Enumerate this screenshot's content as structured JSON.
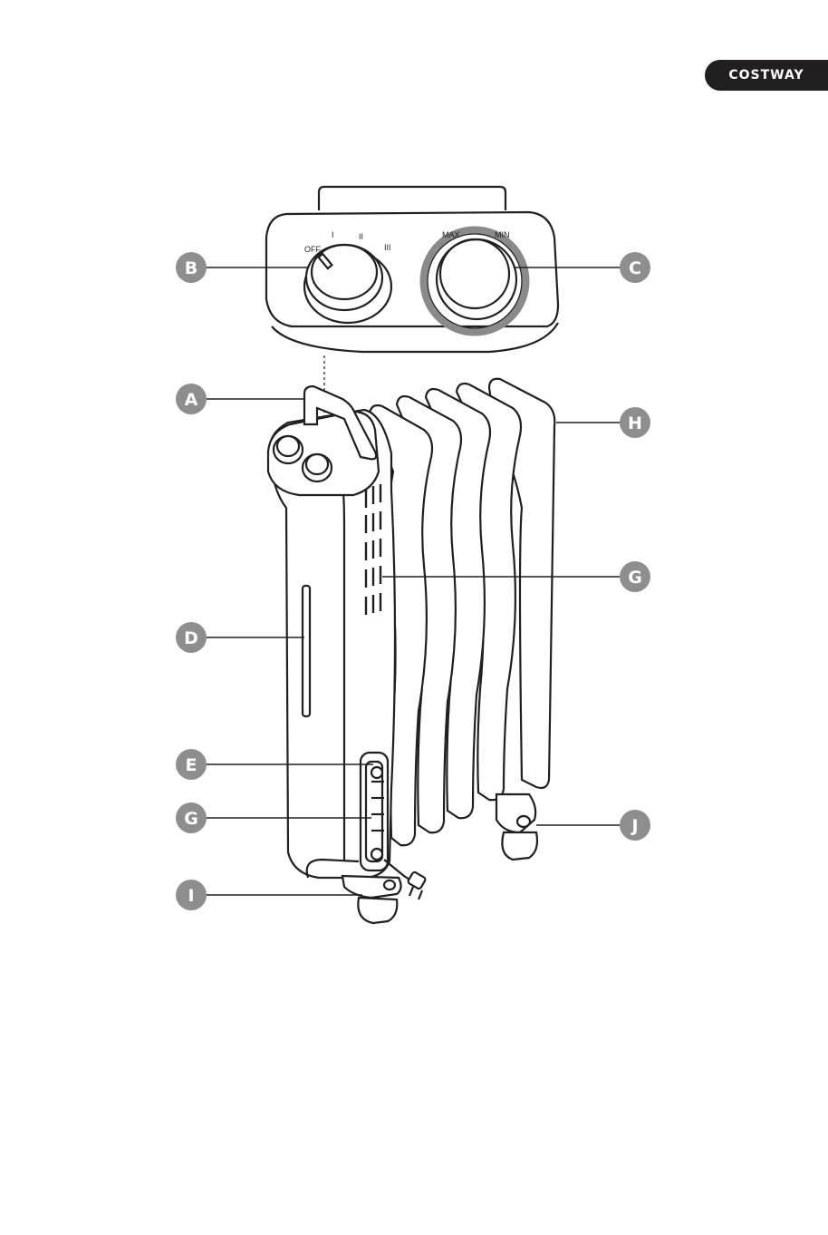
{
  "brand": {
    "logo_text": "COSTWAY"
  },
  "control_panel": {
    "dial_b_marks": {
      "off": "OFF",
      "one": "I",
      "two": "II",
      "three": "III"
    },
    "dial_c_marks": {
      "max": "MAX",
      "min": "MIN"
    }
  },
  "labels": [
    {
      "id": "A",
      "text": "A"
    },
    {
      "id": "B",
      "text": "B"
    },
    {
      "id": "C",
      "text": "C"
    },
    {
      "id": "D",
      "text": "D"
    },
    {
      "id": "E",
      "text": "E"
    },
    {
      "id": "G1",
      "text": "G"
    },
    {
      "id": "G2",
      "text": "G"
    },
    {
      "id": "H",
      "text": "H"
    },
    {
      "id": "I",
      "text": "I"
    },
    {
      "id": "J",
      "text": "J"
    }
  ],
  "colors": {
    "ink": "#231f20",
    "label_fill": "#8e8e8e",
    "dial_ring": "#8a8a8a",
    "background": "#ffffff"
  }
}
